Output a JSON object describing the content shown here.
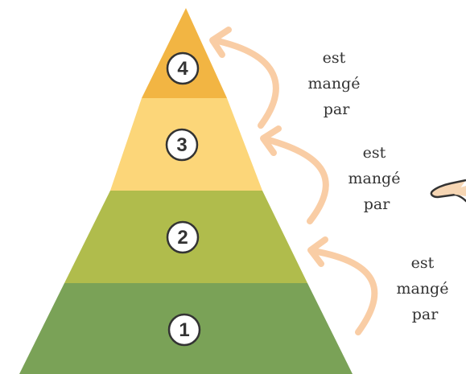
{
  "pyramid": {
    "levels": [
      {
        "number": "1",
        "color": "#7aa257"
      },
      {
        "number": "2",
        "color": "#b0bc4c"
      },
      {
        "number": "3",
        "color": "#fcd679"
      },
      {
        "number": "4",
        "color": "#f2b543"
      }
    ]
  },
  "arrows": {
    "color": "#f9cda5",
    "labels": [
      {
        "line1": "est",
        "line2": "mangé",
        "line3": "par"
      },
      {
        "line1": "est",
        "line2": "mangé",
        "line3": "par"
      },
      {
        "line1": "est",
        "line2": "mangé",
        "line3": "par"
      }
    ]
  }
}
